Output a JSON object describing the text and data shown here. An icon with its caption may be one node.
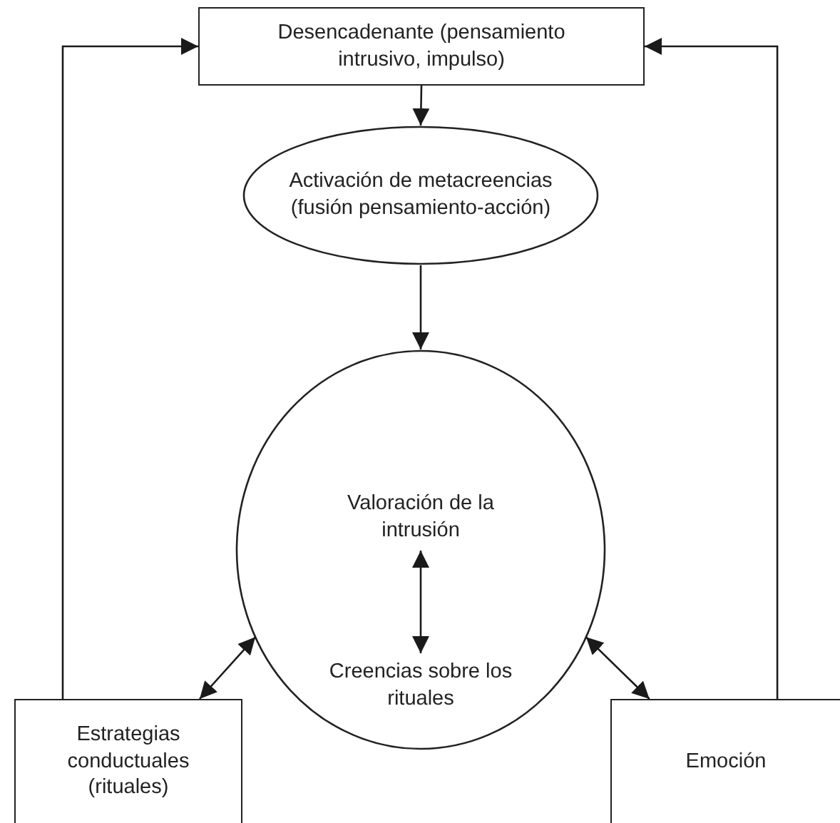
{
  "diagram": {
    "nodes": [
      {
        "text": [
          "Desencadenante (pensamiento intrusivo, impulso)"
        ]
      },
      {
        "text": [
          "Activación de metacreencias (fusión pensamiento-acción)"
        ]
      },
      {
        "text": [],
        "shape": "circle"
      },
      {
        "text": [
          "Valoración de la intrusión"
        ],
        "in": 2
      },
      {
        "text": [
          "Creencias sobre los rituales"
        ],
        "in": 2
      },
      {
        "text": [
          "Estrategias conductuales (rituales)"
        ]
      },
      {
        "text": [
          "Emoción"
        ]
      }
    ],
    "edges": [
      {
        "from": 0,
        "to": 1,
        "arrow": "to"
      },
      {
        "from": 1,
        "to": 2,
        "arrow": "to"
      },
      {
        "from": 3,
        "to": 4,
        "arrow": "both"
      },
      {
        "from": 5,
        "to": 2,
        "arrow": "both"
      },
      {
        "from": 2,
        "to": 6,
        "arrow": "both"
      },
      {
        "from": 5,
        "to": 0,
        "arrow": "to"
      },
      {
        "from": 6,
        "to": 0,
        "arrow": "to"
      }
    ]
  }
}
